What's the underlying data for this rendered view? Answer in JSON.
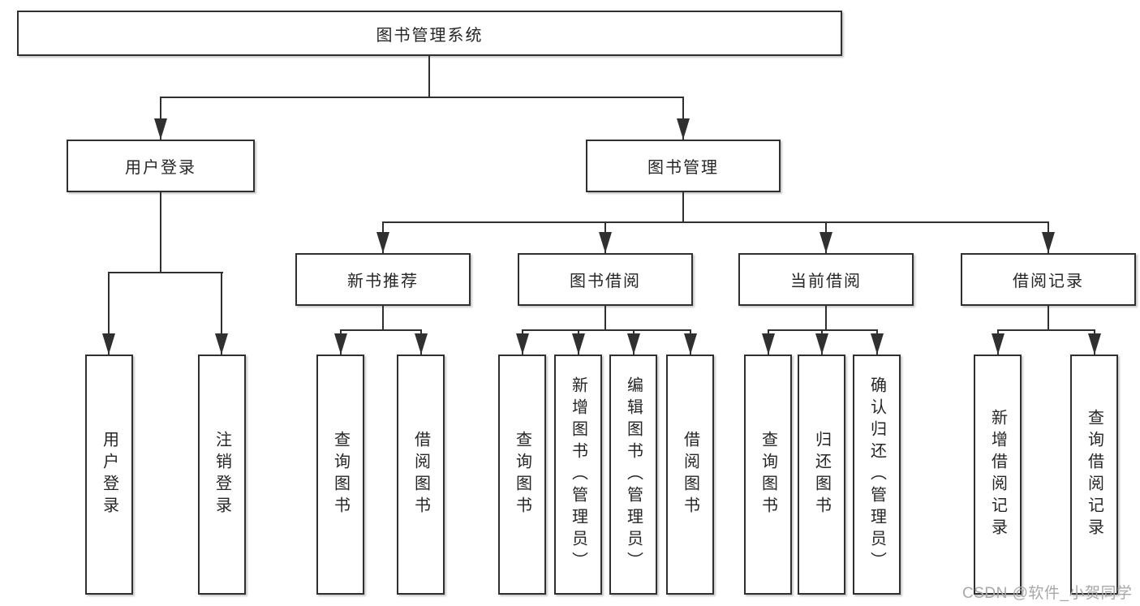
{
  "diagram": {
    "root": {
      "label": "图书管理系统"
    },
    "level2": [
      {
        "label": "用户登录",
        "children": [
          {
            "label": "用户登录"
          },
          {
            "label": "注销登录"
          }
        ]
      },
      {
        "label": "图书管理",
        "children": [
          {
            "label": "新书推荐",
            "children": [
              {
                "label": "查询图书"
              },
              {
                "label": "借阅图书"
              }
            ]
          },
          {
            "label": "图书借阅",
            "children": [
              {
                "label": "查询图书"
              },
              {
                "label": "新增图书（管理员）"
              },
              {
                "label": "编辑图书（管理员）"
              },
              {
                "label": "借阅图书"
              }
            ]
          },
          {
            "label": "当前借阅",
            "children": [
              {
                "label": "查询图书"
              },
              {
                "label": "归还图书"
              },
              {
                "label": "确认归还（管理员）"
              }
            ]
          },
          {
            "label": "借阅记录",
            "children": [
              {
                "label": "新增借阅记录"
              },
              {
                "label": "查询借阅记录"
              }
            ]
          }
        ]
      }
    ]
  },
  "watermark": {
    "text": "CSDN @软件_小贺同学"
  },
  "colors": {
    "line": "#303030",
    "box_border": "#303030",
    "box_fill": "#ffffff",
    "text": "#262626",
    "watermark": "#a8a8a8",
    "background": "#ffffff"
  }
}
